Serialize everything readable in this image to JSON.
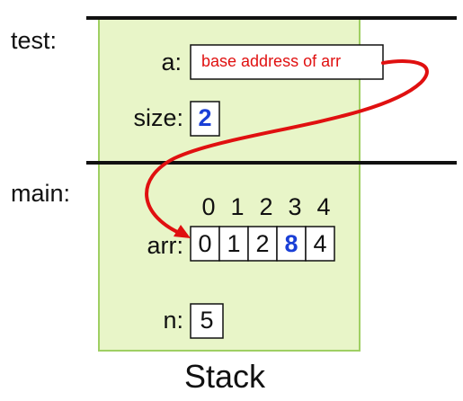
{
  "frames": {
    "test": {
      "label": "test:",
      "a_label": "a:",
      "a_value": "base address of arr",
      "size_label": "size:",
      "size_value": "2"
    },
    "main": {
      "label": "main:",
      "arr_label": "arr:",
      "indices": [
        "0",
        "1",
        "2",
        "3",
        "4"
      ],
      "arr_values": [
        "0",
        "1",
        "2",
        "8",
        "4"
      ],
      "n_label": "n:",
      "n_value": "5"
    }
  },
  "caption": "Stack",
  "colors": {
    "stack_fill": "#e8f5c8",
    "stack_border": "#9fcf63",
    "pointer": "#e01010",
    "highlight": "#1a3fd6"
  }
}
